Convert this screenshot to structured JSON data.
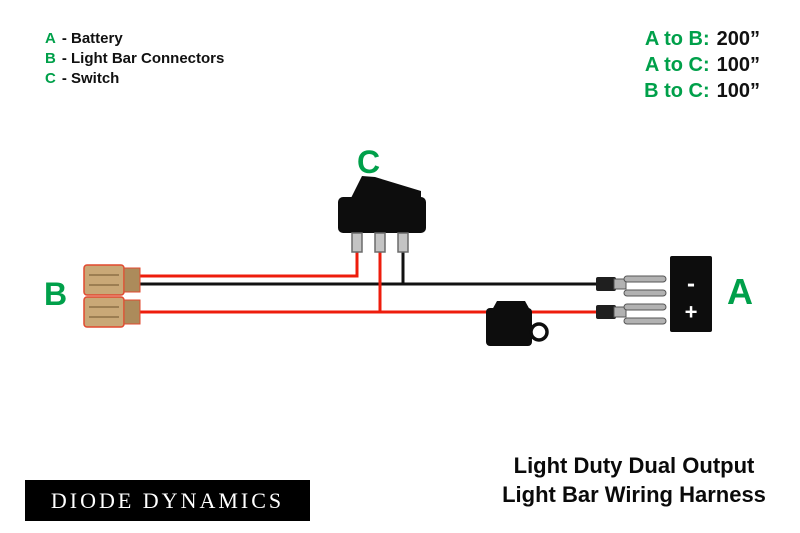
{
  "colors": {
    "green": "#00A04A",
    "wire_red": "#EE1C0C",
    "wire_black": "#111111",
    "connector_tan": "#C9A877",
    "connector_outline": "#E1492F"
  },
  "legend": {
    "items": [
      {
        "key": "A",
        "label": "- Battery"
      },
      {
        "key": "B",
        "label": "- Light Bar Connectors"
      },
      {
        "key": "C",
        "label": "- Switch"
      }
    ]
  },
  "measurements": {
    "items": [
      {
        "label": "A to B:",
        "value": "200”"
      },
      {
        "label": "A to C:",
        "value": "100”"
      },
      {
        "label": "B to C:",
        "value": "100”"
      }
    ]
  },
  "diagram": {
    "battery_label": "A",
    "connectors_label": "B",
    "switch_label": "C",
    "battery": {
      "minus": "-",
      "plus": "+"
    }
  },
  "footer": {
    "logo_text": "DIODE DYNAMICS",
    "title_line1": "Light Duty Dual Output",
    "title_line2": "Light Bar Wiring Harness"
  }
}
